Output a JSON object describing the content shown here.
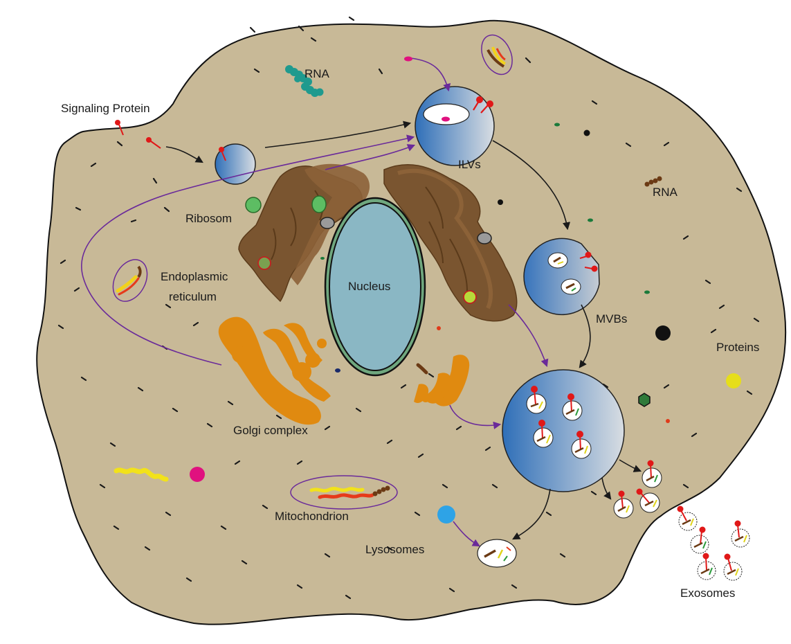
{
  "labels": {
    "signaling_protein": "Signaling Protein",
    "rna_top": "RNA",
    "ilvs": "ILVs",
    "rna_right": "RNA",
    "ribosom": "Ribosom",
    "er_line1": "Endoplasmic",
    "er_line2": "reticulum",
    "nucleus": "Nucleus",
    "mvbs": "MVBs",
    "proteins": "Proteins",
    "golgi": "Golgi complex",
    "mitochondrion": "Mitochondrion",
    "lysosomes": "Lysosomes",
    "exosomes": "Exosomes"
  },
  "colors": {
    "cytoplasm": "#c8b997",
    "er": "#7a5530",
    "golgi": "#e08a10",
    "nucleus": "#8ab7c4",
    "envelope": "#6fa77e",
    "vesicle_dark": "#3a78c0",
    "arrow_purple": "#6a2a9a",
    "arrow_black": "#1a1a1a",
    "signal_red": "#e01818"
  }
}
